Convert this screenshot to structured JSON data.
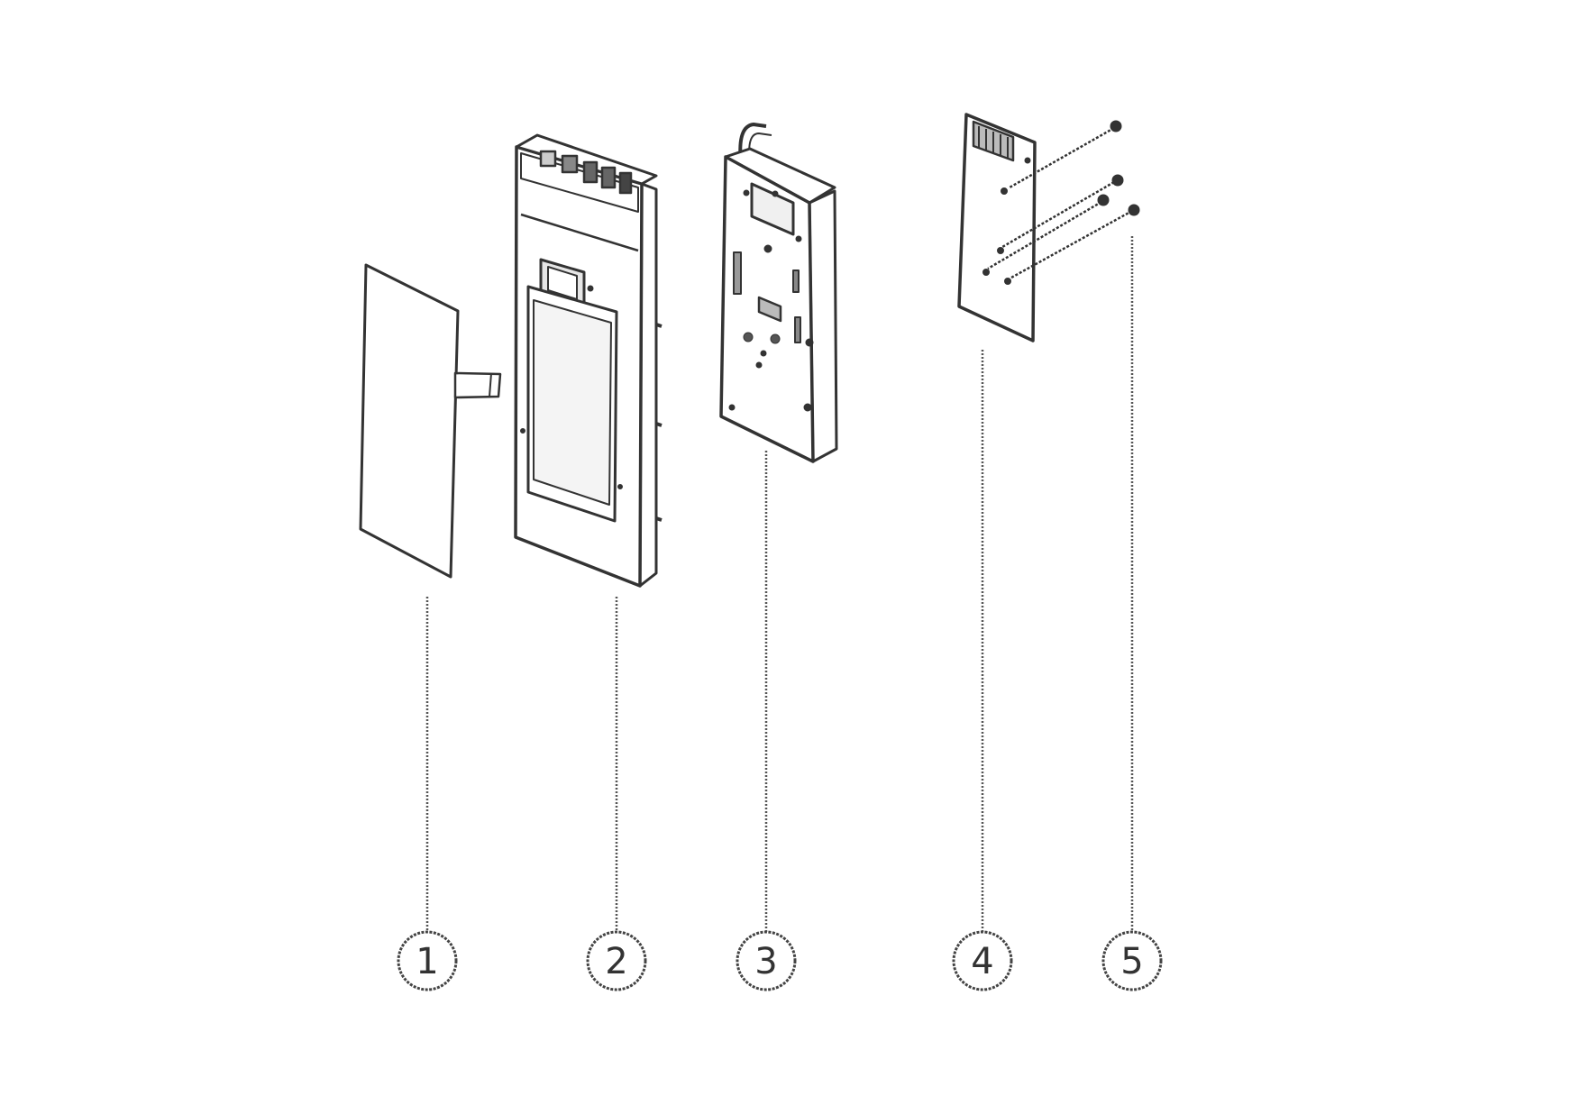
{
  "diagram": {
    "parts": [
      {
        "id": "part-1",
        "number": "1"
      },
      {
        "id": "part-2",
        "number": "2"
      },
      {
        "id": "part-3",
        "number": "3"
      },
      {
        "id": "part-4",
        "number": "4"
      },
      {
        "id": "part-5",
        "number": "5"
      }
    ],
    "colors": {
      "line": "#333333",
      "face": "#ffffff",
      "screen": "#f4f4f4"
    }
  }
}
